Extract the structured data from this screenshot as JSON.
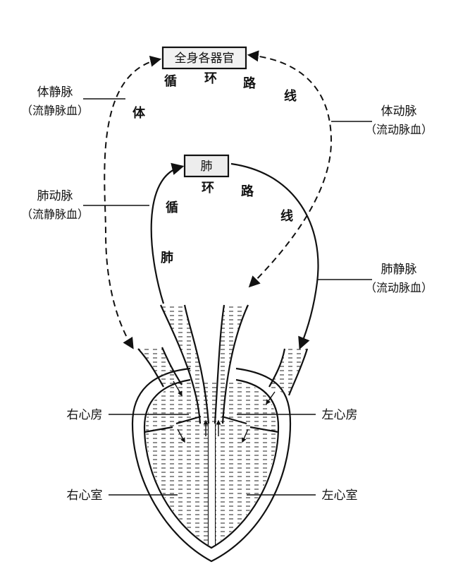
{
  "boxes": {
    "organs": "全身各器官",
    "lung": "肺"
  },
  "labels": {
    "vena_cava": {
      "name": "体静脉",
      "note": "（流静脉血）"
    },
    "aorta": {
      "name": "体动脉",
      "note": "（流动脉血）"
    },
    "pulmonary_artery": {
      "name": "肺动脉",
      "note": "（流静脉血）"
    },
    "pulmonary_vein": {
      "name": "肺静脉",
      "note": "（流动脉血）"
    },
    "right_atrium": "右心房",
    "left_atrium": "左心房",
    "right_ventricle": "右心室",
    "left_ventricle": "左心室"
  },
  "routes": {
    "systemic": [
      "体",
      "循",
      "环",
      "路",
      "线"
    ],
    "pulmonary": [
      "肺",
      "循",
      "环",
      "路",
      "线"
    ]
  },
  "colors": {
    "ink": "#111111",
    "box_fill": "#f2f2f2",
    "background": "#ffffff"
  }
}
